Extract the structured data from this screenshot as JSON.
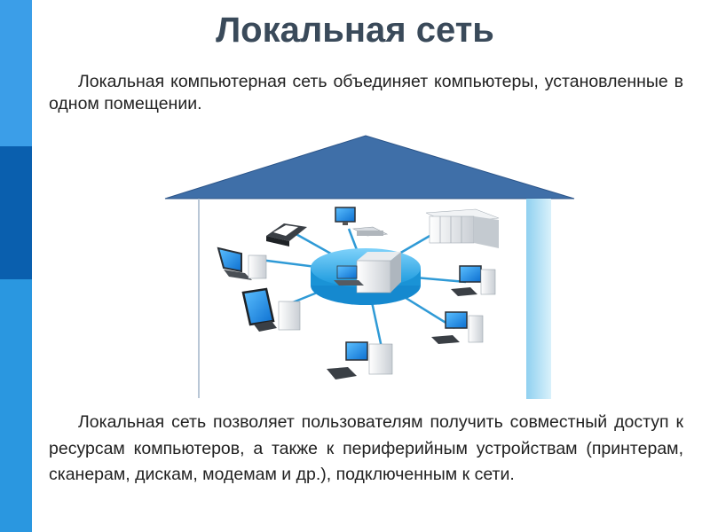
{
  "slide": {
    "title": "Локальная сеть",
    "paragraph1": "Локальная компьютерная сеть объединяет компьютеры, установленные в одном помещении.",
    "paragraph2": "Локальная сеть позволяет пользователям получить совместный доступ к ресурсам компьютеров, а также к периферийным устройствам (принтерам, сканерам, дискам, модемам и др.), подключенным к сети."
  },
  "colors": {
    "sidebar": [
      "#3b9ee8",
      "#1b8fd8",
      "#0a5fae",
      "#2a97e0"
    ],
    "title": "#3a4a5a",
    "roof": "#3f6fa8",
    "wall": "#bfe4f6",
    "hub": "#27a7e6",
    "link": "#2f9ad6",
    "screen": "#1e88e0"
  },
  "diagram": {
    "nodes": [
      "laptop",
      "printer",
      "monitor",
      "server-rack",
      "laptop",
      "desktop",
      "desktop",
      "desktop",
      "desktop"
    ],
    "center": "server"
  }
}
